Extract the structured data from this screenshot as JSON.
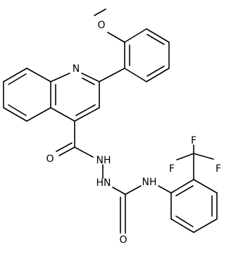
{
  "molecule": {
    "atoms": {
      "methoxy_o": "O",
      "quinoline_n": "N",
      "carbonyl_o_left": "O",
      "hydrazide_nh_1": "NH",
      "hydrazide_nh_2": "HN",
      "urea_nh": "NH",
      "carbonyl_o_urea": "O",
      "cf3_f_top": "F",
      "cf3_f_left": "F",
      "cf3_f_right": "F"
    }
  }
}
